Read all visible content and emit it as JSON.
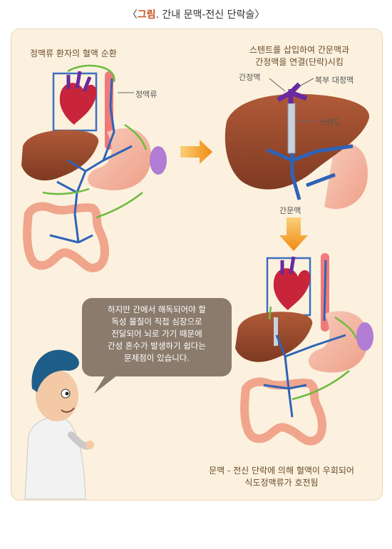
{
  "title": {
    "bracket_open": "〈",
    "accent": "그림",
    "text": ". 간내 문맥-전신 단락술",
    "bracket_close": "〉"
  },
  "panel1": {
    "caption": "정맥류 환자의 혈액 순환",
    "varix_label": "정맥류"
  },
  "panel2": {
    "caption_line1": "스텐트를 삽입하여 간문맥과",
    "caption_line2": "간정맥을 연결(단락)시킴",
    "hepatic_vein_label": "간정맥",
    "ivc_label": "복부 대정맥",
    "stent_label": "스텐드",
    "portal_vein_label": "간문맥"
  },
  "panel3": {
    "caption_line1": "문맥 - 전신 단락에 의해 혈액이 우회되어",
    "caption_line2": "식도정맥류가 호전됨"
  },
  "bubble": {
    "line1": "하지만 간에서 해독되어야 할",
    "line2": "독성 물질이 직접 심장으로",
    "line3": "전달되어 뇌로 가기 때문에",
    "line4": "간성 혼수가 발생하기 쉽다는",
    "line5": "문제점이 있습니다."
  },
  "colors": {
    "liver": "#9b4a2e",
    "vein": "#2f63b8",
    "stomach": "#f4b7a2",
    "heart": "#c8243a",
    "arrow": "#f4a020",
    "flow": "#6dbb3d",
    "spleen": "#b07cd4",
    "intestine": "#f0a58c",
    "vena_cava": "#f07a7a",
    "box": "#3c6fbe"
  }
}
